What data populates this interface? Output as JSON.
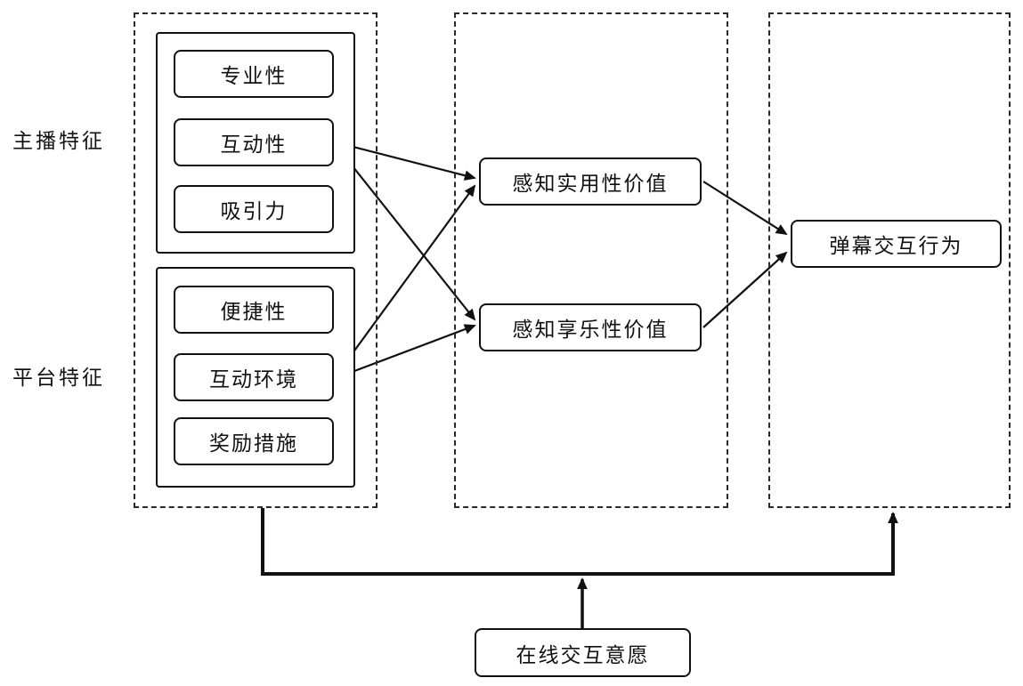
{
  "diagram": {
    "groups": {
      "streamer": {
        "label": "主播特征",
        "factors": [
          "专业性",
          "互动性",
          "吸引力"
        ]
      },
      "platform": {
        "label": "平台特征",
        "factors": [
          "便捷性",
          "互动环境",
          "奖励措施"
        ]
      }
    },
    "mediators": {
      "utilitarian": "感知实用性价值",
      "hedonic": "感知享乐性价值"
    },
    "outcome": "弹幕交互行为",
    "moderator": "在线交互意愿"
  },
  "colors": {
    "line": "#111111",
    "background": "#ffffff"
  }
}
